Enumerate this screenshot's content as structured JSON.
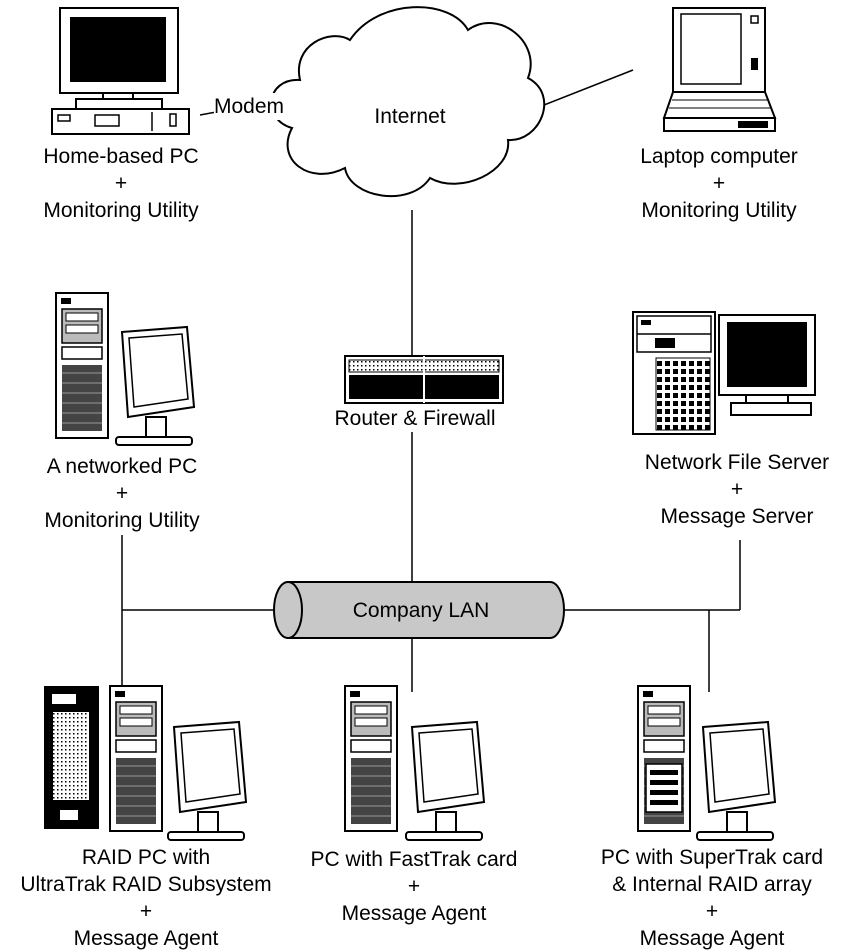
{
  "nodes": {
    "home_pc": {
      "lines": [
        "Home-based PC",
        "+",
        "Monitoring Utility"
      ]
    },
    "modem": {
      "label": "Modem"
    },
    "internet": {
      "label": "Internet"
    },
    "laptop": {
      "lines": [
        "Laptop computer",
        "+",
        "Monitoring Utility"
      ]
    },
    "networked_pc": {
      "lines": [
        "A networked PC",
        "+",
        "Monitoring Utility"
      ]
    },
    "router": {
      "label": "Router & Firewall"
    },
    "file_server": {
      "lines": [
        "Network File Server",
        "+",
        "Message Server"
      ]
    },
    "lan": {
      "label": "Company LAN"
    },
    "raid_pc": {
      "lines": [
        "RAID PC with",
        "UltraTrak RAID Subsystem",
        "+",
        "Message Agent"
      ]
    },
    "fasttrak_pc": {
      "lines": [
        "PC with FastTrak card",
        "+",
        "Message Agent"
      ]
    },
    "supertrak_pc": {
      "lines": [
        "PC with SuperTrak card",
        "& Internal RAID array",
        "+",
        "Message Agent"
      ]
    }
  }
}
